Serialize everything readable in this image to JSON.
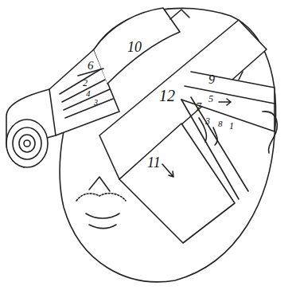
{
  "diagram": {
    "labels": [
      "10",
      "6",
      "2",
      "4",
      "3",
      "12",
      "9",
      "7",
      "5",
      "3",
      "8",
      "1",
      "11"
    ]
  }
}
